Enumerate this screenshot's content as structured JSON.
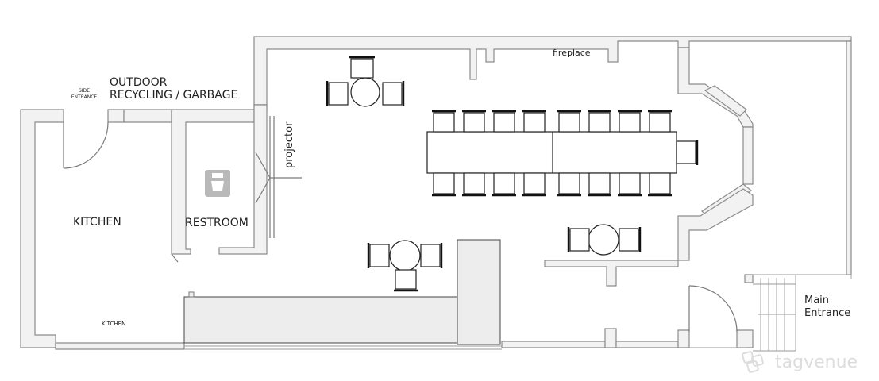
{
  "labels": {
    "outdoor_line1": "OUTDOOR",
    "outdoor_line2": "RECYCLING / GARBAGE",
    "side_entrance_line1": "SIDE",
    "side_entrance_line2": "ENTRANCE",
    "kitchen": "KITCHEN",
    "kitchen_small": "KITCHEN",
    "restroom": "RESTROOM",
    "projector": "projector",
    "fireplace": "fireplace",
    "main_entrance_line1": "Main",
    "main_entrance_line2": "Entrance"
  },
  "watermark": {
    "brand": "tagvenue",
    "logo_icon": "tagvenue-logo-icon"
  },
  "icons": {
    "toilet": "toilet-icon"
  },
  "colors": {
    "wall_fill": "#f2f2f2",
    "wall_stroke": "#8c8c8c",
    "furniture_stroke": "#222222",
    "counter_fill": "#ededed",
    "toilet_fill": "#b9b9b9",
    "watermark": "#dddddd"
  }
}
